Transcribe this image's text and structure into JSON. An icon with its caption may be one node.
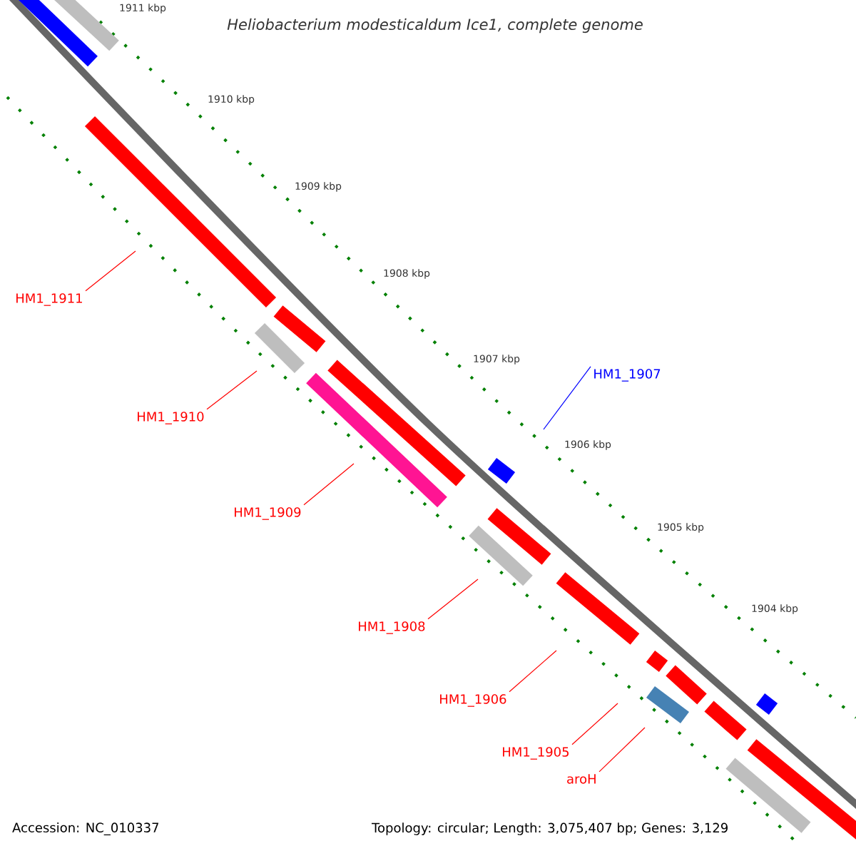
{
  "diagram": {
    "title": "Heliobacterium modesticaldum Ice1, complete genome",
    "nodes": [
      {
        "text": [
          "HM1_1911"
        ]
      },
      {
        "text": [
          "HM1_1910"
        ]
      },
      {
        "text": [
          "HM1_1909"
        ]
      },
      {
        "text": [
          "HM1_1907"
        ]
      },
      {
        "text": [
          "HM1_1908"
        ]
      },
      {
        "text": [
          "HM1_1906"
        ]
      },
      {
        "text": [
          "HM1_1905"
        ]
      },
      {
        "text": [
          "aroH"
        ]
      }
    ],
    "edges": [
      {
        "from": 0,
        "to": null,
        "arrow": "none"
      },
      {
        "from": 1,
        "to": null,
        "arrow": "none"
      },
      {
        "from": 2,
        "to": null,
        "arrow": "none"
      },
      {
        "from": 3,
        "to": null,
        "arrow": "none",
        "color": "#0000ff"
      },
      {
        "from": 4,
        "to": null,
        "arrow": "none"
      },
      {
        "from": 5,
        "to": null,
        "arrow": "none"
      },
      {
        "from": 6,
        "to": null,
        "arrow": "none"
      },
      {
        "from": 7,
        "to": null,
        "arrow": "none"
      }
    ],
    "labels": [
      "1911 kbp",
      "1910 kbp",
      "1909 kbp",
      "1908 kbp",
      "1907 kbp",
      "1906 kbp",
      "1905 kbp",
      "1904 kbp",
      "Accession: NC_010337",
      "Topology: circular; Length: 3,075,407 bp; Genes: 3,129"
    ]
  }
}
